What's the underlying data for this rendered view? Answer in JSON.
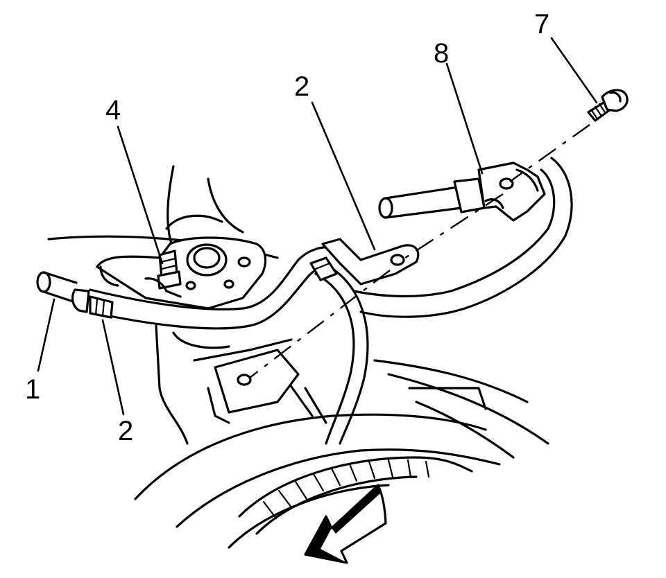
{
  "callouts": [
    {
      "label": "1"
    },
    {
      "label": "2"
    },
    {
      "label": "2"
    },
    {
      "label": "4"
    },
    {
      "label": "7"
    },
    {
      "label": "8"
    }
  ],
  "colors": {
    "ink": "#000000",
    "paper": "#ffffff"
  },
  "icons": {
    "direction": "forward-arrow-icon"
  }
}
